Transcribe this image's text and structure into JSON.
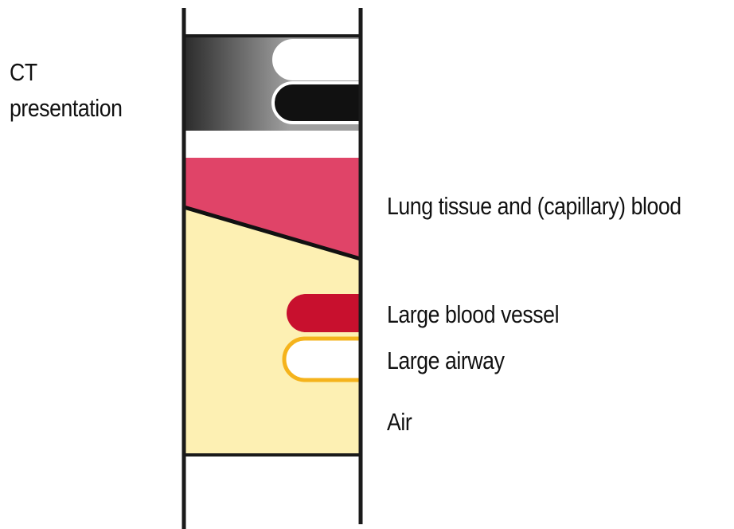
{
  "labels": {
    "ct_presentation": [
      "CT",
      "presentation"
    ],
    "lung_tissue": "Lung tissue and (capillary) blood",
    "large_blood_vessel": "Large blood vessel",
    "large_airway": "Large airway",
    "air": "Air"
  },
  "colors": {
    "outline": "#1a1a1a",
    "ct_gradient_dark": "#2b2b2b",
    "ct_gradient_light": "#a0a0a0",
    "lung_tissue": "#e04468",
    "air": "#fdf0b3",
    "blood_vessel": "#c8102e",
    "airway_border": "#f5b31c",
    "airway_fill": "#ffffff",
    "background": "#ffffff"
  }
}
